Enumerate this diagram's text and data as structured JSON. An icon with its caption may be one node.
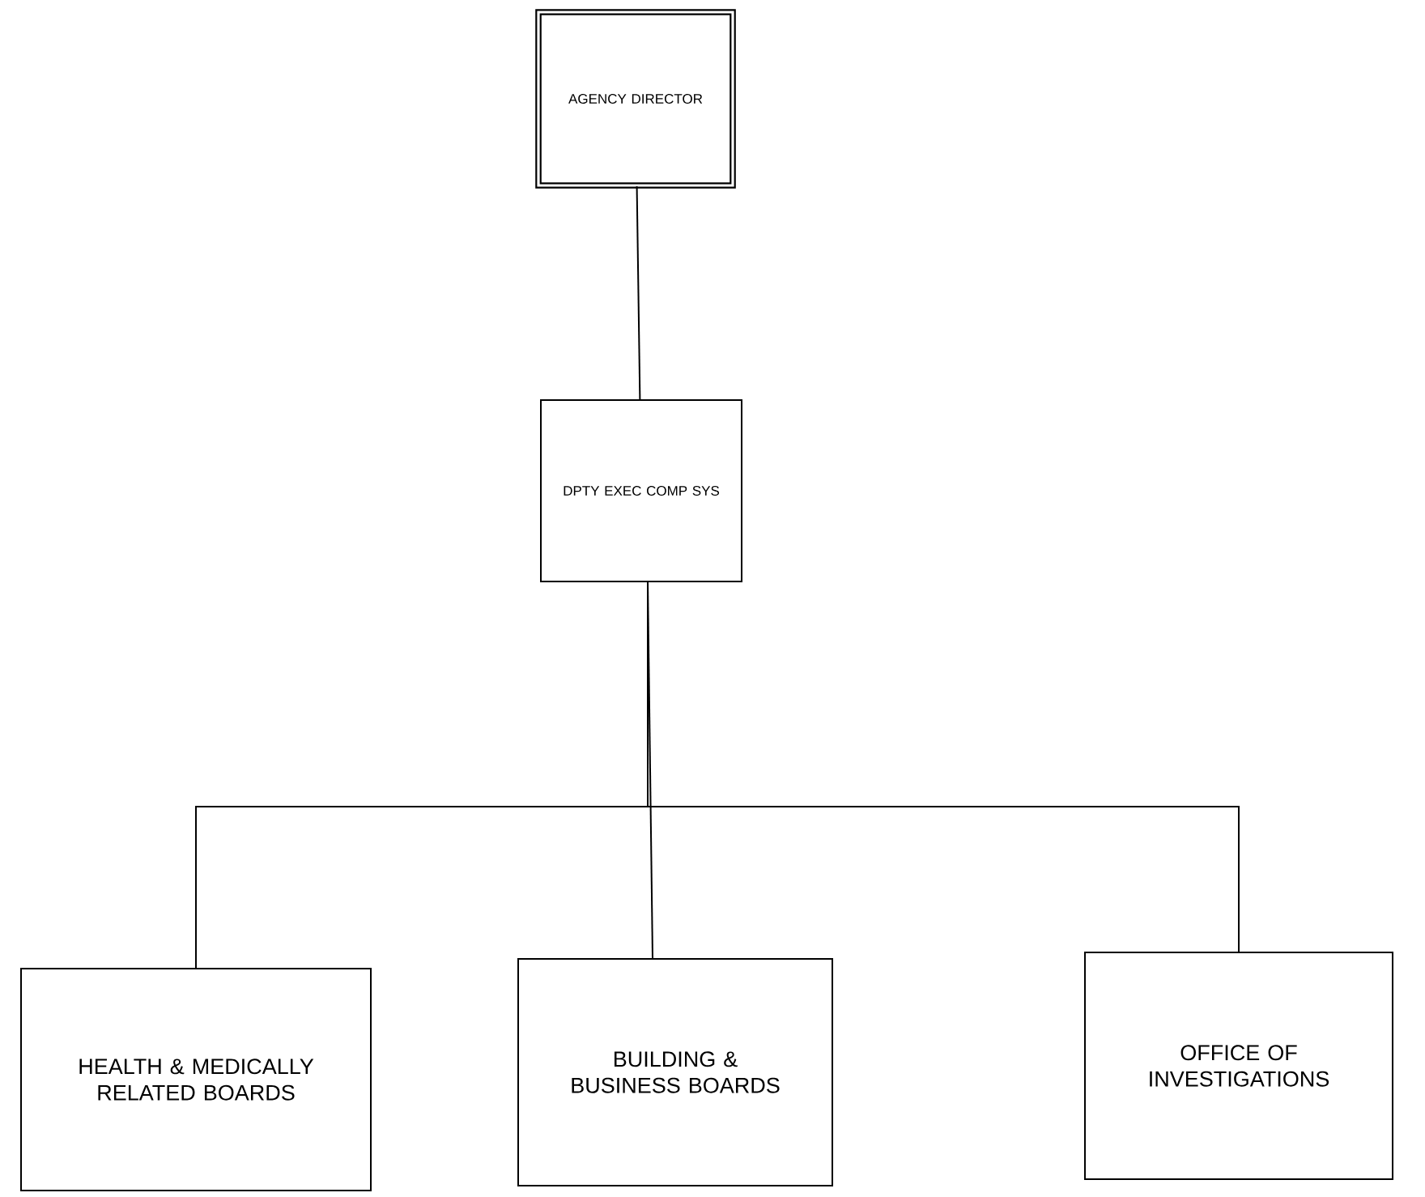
{
  "diagram": {
    "nodes": [
      {
        "text": [
          "AGENCY DIRECTOR"
        ]
      },
      {
        "text": [
          "DPTY EXEC COMP SYS"
        ]
      },
      {
        "text": [
          "HEALTH & MEDICALLY RELATED BOARDS"
        ]
      },
      {
        "text": [
          "BUILDING & BUSINESS BOARDS"
        ]
      },
      {
        "text": [
          "OFFICE OF INVESTIGATIONS"
        ]
      }
    ],
    "edges": [
      {
        "from": 0,
        "to": 1,
        "arrow": "none"
      },
      {
        "from": 1,
        "to": 2,
        "arrow": "none"
      },
      {
        "from": 1,
        "to": 3,
        "arrow": "none"
      },
      {
        "from": 1,
        "to": 4,
        "arrow": "none"
      }
    ]
  }
}
